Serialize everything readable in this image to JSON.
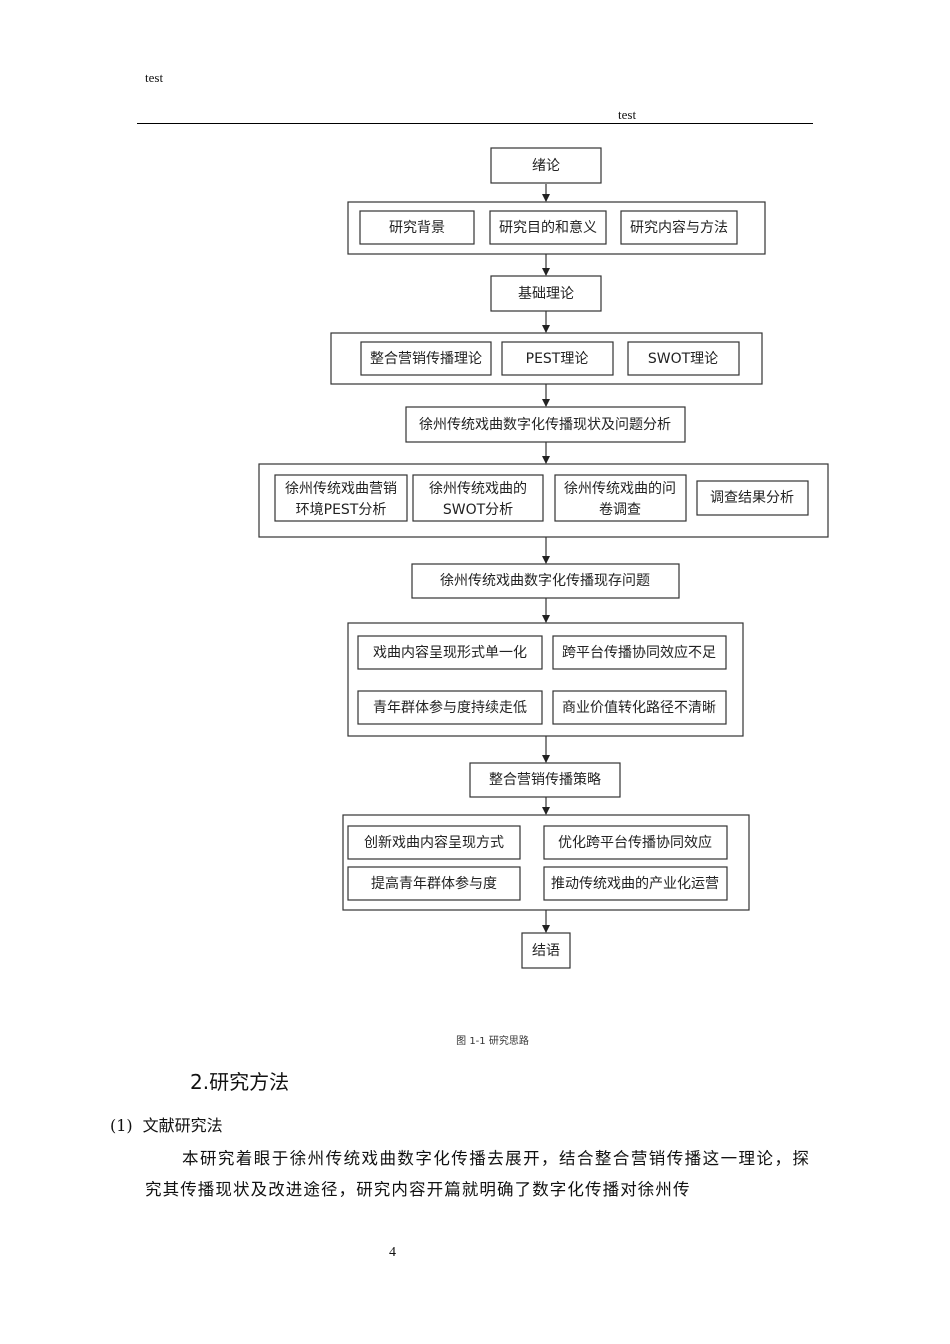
{
  "header": {
    "left": "test",
    "center": "test"
  },
  "flowchart": {
    "intro": "绪论",
    "intro_items": [
      "研究背景",
      "研究目的和意义",
      "研究内容与方法"
    ],
    "theory": "基础理论",
    "theory_items": [
      "整合营销传播理论",
      "PEST理论",
      "SWOT理论"
    ],
    "status": "徐州传统戏曲数字化传播现状及问题分析",
    "status_items": [
      [
        "徐州传统戏曲营销",
        "环境PEST分析"
      ],
      [
        "徐州传统戏曲的",
        "SWOT分析"
      ],
      [
        "徐州传统戏曲的问",
        "卷调查"
      ],
      [
        "调查结果分析"
      ]
    ],
    "problems": "徐州传统戏曲数字化传播现存问题",
    "problem_items": [
      "戏曲内容呈现形式单一化",
      "跨平台传播协同效应不足",
      "青年群体参与度持续走低",
      "商业价值转化路径不清晰"
    ],
    "strategy": "整合营销传播策略",
    "strategy_items": [
      "创新戏曲内容呈现方式",
      "优化跨平台传播协同效应",
      "提高青年群体参与度",
      "推动传统戏曲的产业化运营"
    ],
    "conclusion": "结语"
  },
  "caption": "图 1-1 研究思路",
  "section_title": "2.研究方法",
  "subsection": {
    "num": "(1)",
    "title": "文献研究法"
  },
  "paragraph": "本研究着眼于徐州传统戏曲数字化传播去展开，结合整合营销传播这一理论，探究其传播现状及改进途径，研究内容开篇就明确了数字化传播对徐州传",
  "page_number": "4"
}
